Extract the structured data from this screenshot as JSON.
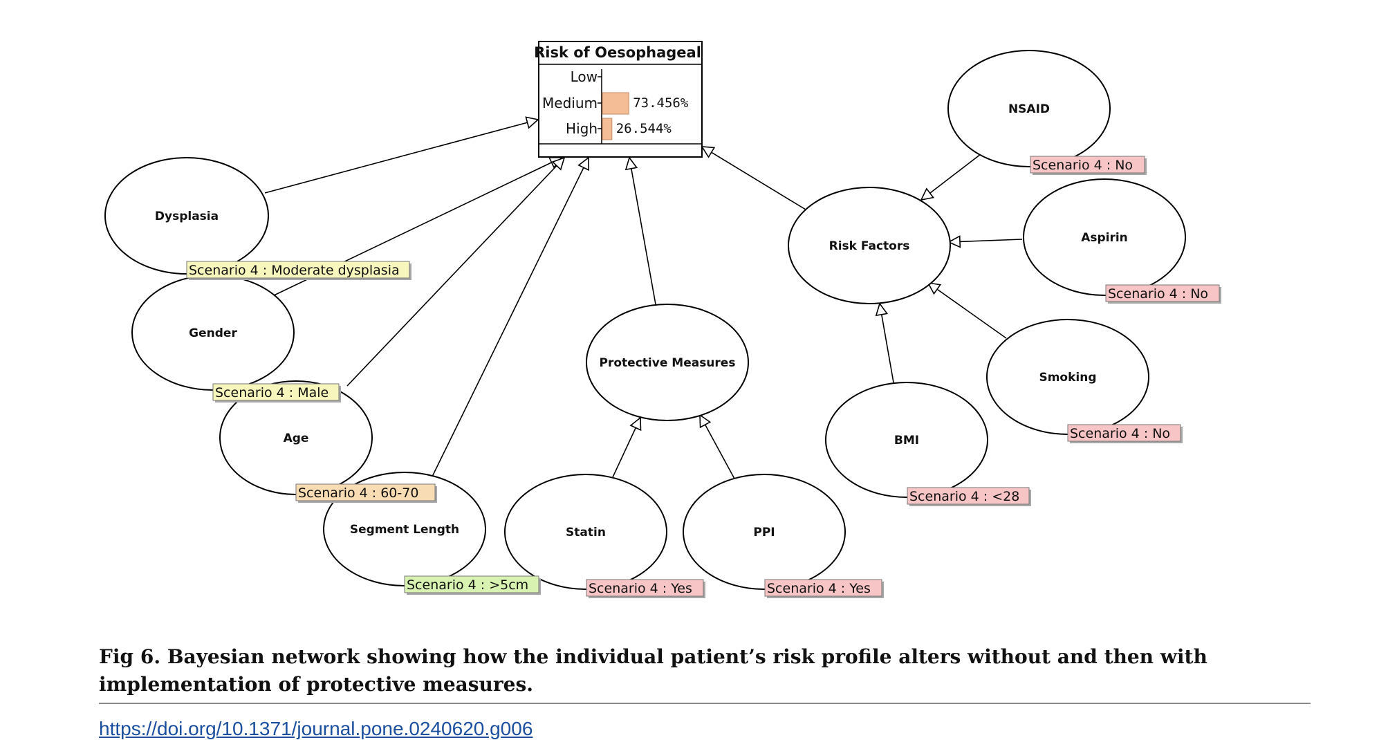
{
  "figure": {
    "caption": "Fig 6.  Bayesian network showing how the individual patient’s risk profile alters without and then with implementation of protective measures.",
    "doi": "https://doi.org/10.1371/journal.pone.0240620.g006"
  },
  "target": {
    "title": "Risk of Oesophageal",
    "states": [
      {
        "label": "Low",
        "value": 0,
        "value_text": ""
      },
      {
        "label": "Medium",
        "value": 73.456,
        "value_text": "73.456%"
      },
      {
        "label": "High",
        "value": 26.544,
        "value_text": "26.544%"
      }
    ],
    "bar_color": "#f5bd96"
  },
  "nodes": [
    {
      "id": "dysplasia",
      "label": "Dysplasia",
      "scenario": "Scenario 4 : Moderate dysplasia",
      "scenario_color": "yellow"
    },
    {
      "id": "gender",
      "label": "Gender",
      "scenario": "Scenario 4 : Male",
      "scenario_color": "yellow"
    },
    {
      "id": "age",
      "label": "Age",
      "scenario": "Scenario 4 : 60-70",
      "scenario_color": "orange"
    },
    {
      "id": "segment",
      "label": "Segment Length",
      "scenario": "Scenario 4 : >5cm",
      "scenario_color": "green"
    },
    {
      "id": "protective",
      "label": "Protective Measures",
      "scenario": "",
      "scenario_color": ""
    },
    {
      "id": "statin",
      "label": "Statin",
      "scenario": "Scenario 4 : Yes",
      "scenario_color": "pink"
    },
    {
      "id": "ppi",
      "label": "PPI",
      "scenario": "Scenario 4 : Yes",
      "scenario_color": "pink"
    },
    {
      "id": "risk",
      "label": "Risk Factors",
      "scenario": "",
      "scenario_color": ""
    },
    {
      "id": "nsaid",
      "label": "NSAID",
      "scenario": "Scenario 4 : No",
      "scenario_color": "pink"
    },
    {
      "id": "aspirin",
      "label": "Aspirin",
      "scenario": "Scenario 4 : No",
      "scenario_color": "pink"
    },
    {
      "id": "smoking",
      "label": "Smoking",
      "scenario": "Scenario 4 : No",
      "scenario_color": "pink"
    },
    {
      "id": "bmi",
      "label": "BMI",
      "scenario": "Scenario 4 : <28",
      "scenario_color": "pink"
    }
  ],
  "edges": [
    {
      "from": "dysplasia",
      "to": "target"
    },
    {
      "from": "gender",
      "to": "target"
    },
    {
      "from": "age",
      "to": "target"
    },
    {
      "from": "segment",
      "to": "target"
    },
    {
      "from": "protective",
      "to": "target"
    },
    {
      "from": "risk",
      "to": "target"
    },
    {
      "from": "statin",
      "to": "protective"
    },
    {
      "from": "ppi",
      "to": "protective"
    },
    {
      "from": "nsaid",
      "to": "risk"
    },
    {
      "from": "aspirin",
      "to": "risk"
    },
    {
      "from": "smoking",
      "to": "risk"
    },
    {
      "from": "bmi",
      "to": "risk"
    }
  ],
  "colors": {
    "yellow": "#f7f6bd",
    "orange": "#f8dcb4",
    "green": "#d8f2b2",
    "pink": "#f7c5c5"
  }
}
